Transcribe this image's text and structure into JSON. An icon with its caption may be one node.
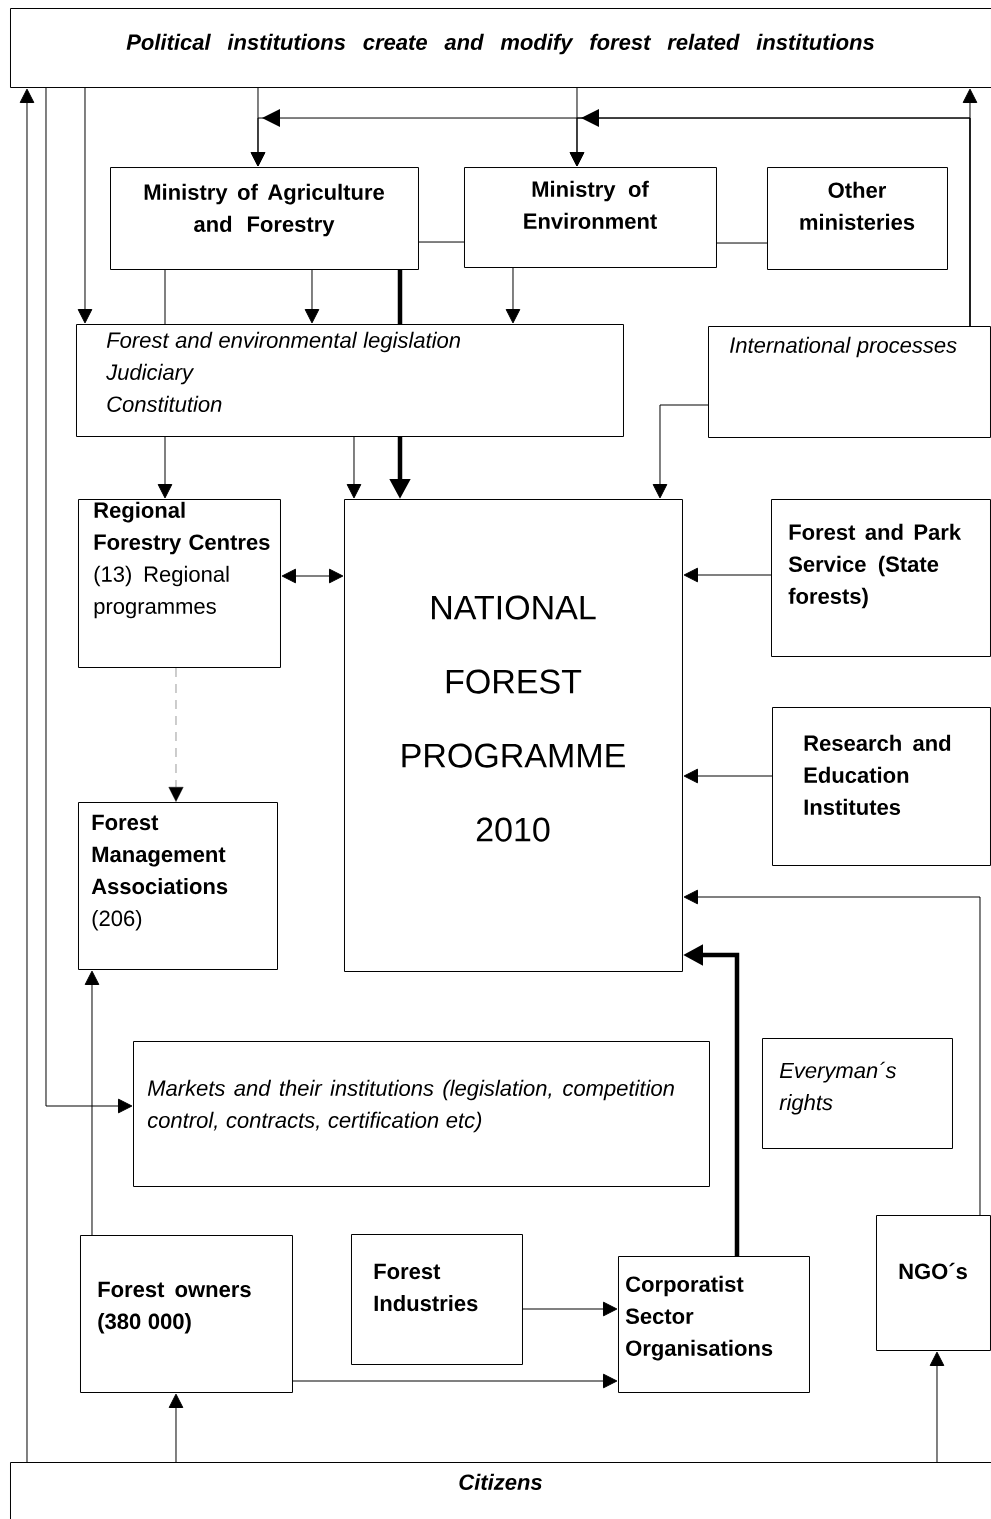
{
  "diagram": {
    "nodes": [
      {
        "text": [
          "Political institutions create and modify forest related institutions"
        ]
      },
      {
        "text": [
          "Ministry of Agriculture and Forestry"
        ]
      },
      {
        "text": [
          "Ministry of Environment"
        ]
      },
      {
        "text": [
          "Other ministeries"
        ]
      },
      {
        "text": [
          "Forest and environmental legislation",
          "Judiciary",
          "Constitution"
        ]
      },
      {
        "text": [
          "International processes"
        ]
      },
      {
        "text": [
          "**Regional Forestry Centres** (13) Regional programmes"
        ]
      },
      {
        "text": [
          "NATIONAL FOREST PROGRAMME 2010"
        ]
      },
      {
        "text": [
          "Forest and Park Service (State forests)"
        ]
      },
      {
        "text": [
          "Research and Education Institutes"
        ]
      },
      {
        "text": [
          "**Forest Management Associations** (206)"
        ]
      },
      {
        "text": [
          "Markets and their institutions (legislation, competition control, contracts, certification etc)"
        ]
      },
      {
        "text": [
          "Everyman´s rights"
        ]
      },
      {
        "text": [
          "Forest owners (380 000)"
        ]
      },
      {
        "text": [
          "Forest Industries"
        ]
      },
      {
        "text": [
          "Corporatist Sector Organisations"
        ]
      },
      {
        "text": [
          "NGO´s"
        ]
      },
      {
        "text": [
          "Citizens"
        ]
      }
    ],
    "edges": [
      {
        "from": 17,
        "to": 0,
        "arrow": "to"
      },
      {
        "from": 0,
        "to": 11,
        "arrow": "to"
      },
      {
        "from": 0,
        "to": 4,
        "arrow": "to"
      },
      {
        "from": 0,
        "to": 1,
        "arrow": "to"
      },
      {
        "from": 0,
        "to": 2,
        "arrow": "to"
      },
      {
        "from": 5,
        "to": 0,
        "arrow": "to"
      },
      {
        "from": 5,
        "to": 2,
        "arrow": "to"
      },
      {
        "from": 5,
        "to": 1,
        "arrow": "to"
      },
      {
        "from": 1,
        "to": 2,
        "arrow": "none"
      },
      {
        "from": 2,
        "to": 3,
        "arrow": "none"
      },
      {
        "from": 1,
        "to": 4,
        "arrow": "none"
      },
      {
        "from": 1,
        "to": 4,
        "arrow": "to"
      },
      {
        "from": 1,
        "to": 4,
        "arrow": "none",
        "style": "thick"
      },
      {
        "from": 2,
        "to": 4,
        "arrow": "to"
      },
      {
        "from": 4,
        "to": 6,
        "arrow": "to"
      },
      {
        "from": 4,
        "to": 7,
        "arrow": "to"
      },
      {
        "from": 4,
        "to": 7,
        "arrow": "to",
        "style": "thick"
      },
      {
        "from": 5,
        "to": 7,
        "arrow": "to"
      },
      {
        "from": 6,
        "to": 7,
        "arrow": "both"
      },
      {
        "from": 6,
        "to": 10,
        "arrow": "to",
        "style": "dashed"
      },
      {
        "from": 8,
        "to": 7,
        "arrow": "to"
      },
      {
        "from": 9,
        "to": 7,
        "arrow": "to"
      },
      {
        "from": 16,
        "to": 7,
        "arrow": "to"
      },
      {
        "from": 15,
        "to": 7,
        "arrow": "to",
        "style": "thick"
      },
      {
        "from": 13,
        "to": 10,
        "arrow": "to"
      },
      {
        "from": 14,
        "to": 15,
        "arrow": "to"
      },
      {
        "from": 13,
        "to": 15,
        "arrow": "to"
      },
      {
        "from": 17,
        "to": 13,
        "arrow": "to"
      },
      {
        "from": 17,
        "to": 16,
        "arrow": "to"
      }
    ]
  }
}
